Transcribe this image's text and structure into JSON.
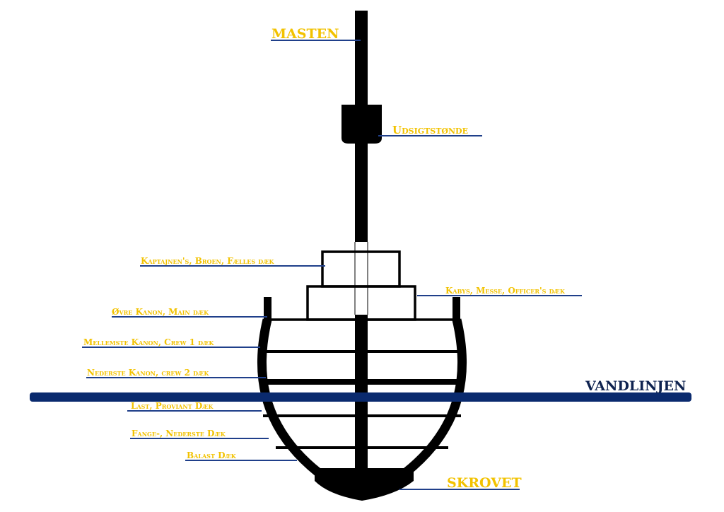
{
  "title": "Ship cross-section diagram",
  "colors": {
    "label": "#f2c200",
    "leader": "#1f3f8a",
    "waterline": "#0a2a6e",
    "ship": "#000000"
  },
  "labels": {
    "mast": "MASTEN",
    "crows_nest": "Udsigtstønde",
    "captains_deck": "Kaptajnen's, Broen, Fælles dæk",
    "galley_deck": "Kabys, Messe, Officer's dæk",
    "upper_gun_deck": "Øvre Kanon, Main dæk",
    "middle_gun_deck": "Mellemste Kanon, Crew 1 dæk",
    "lower_gun_deck": "Nederste Kanon, crew 2 dæk",
    "waterline": "VANDLINJEN",
    "cargo_deck": "Last, Proviant Dæk",
    "prisoner_deck": "Fange-, Nederste Dæk",
    "ballast_deck": "Balast Dæk",
    "hull": "SKROVET"
  }
}
